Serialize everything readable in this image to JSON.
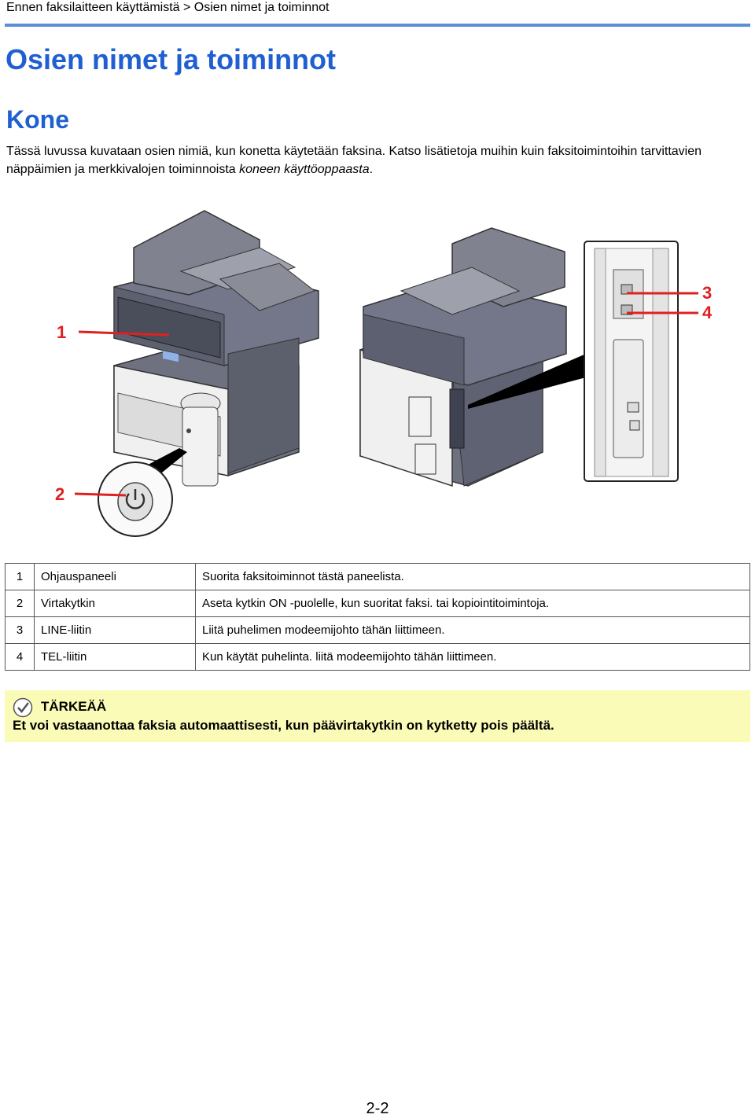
{
  "header": {
    "breadcrumb": "Ennen faksilaitteen käyttämistä > Osien nimet ja toiminnot"
  },
  "page_title": "Osien nimet ja toiminnot",
  "section_title": "Kone",
  "intro": {
    "text": "Tässä luvussa kuvataan osien nimiä, kun konetta käytetään faksina. Katso lisätietoja muihin kuin faksitoimintoihin tarvittavien näppäimien ja merkkivalojen toiminnoista ",
    "reference": "koneen käyttöoppaasta",
    "end": "."
  },
  "figure": {
    "callouts": [
      "1",
      "2",
      "3",
      "4"
    ],
    "accent_color": "#e02020"
  },
  "parts_table": {
    "rows": [
      {
        "num": "1",
        "name": "Ohjauspaneeli",
        "description": "Suorita faksitoiminnot tästä paneelista."
      },
      {
        "num": "2",
        "name": "Virtakytkin",
        "description": "Aseta kytkin ON -puolelle, kun suoritat faksi. tai kopiointitoimintoja."
      },
      {
        "num": "3",
        "name": "LINE-liitin",
        "description": "Liitä puhelimen modeemijohto tähän liittimeen."
      },
      {
        "num": "4",
        "name": "TEL-liitin",
        "description": "Kun käytät puhelinta. liitä modeemijohto tähän liittimeen."
      }
    ]
  },
  "note": {
    "icon": "checkmark-icon",
    "title": "TÄRKEÄÄ",
    "text": "Et voi vastaanottaa faksia automaattisesti, kun päävirtakytkin on kytketty pois päältä."
  },
  "footer": {
    "page_number": "2-2"
  }
}
